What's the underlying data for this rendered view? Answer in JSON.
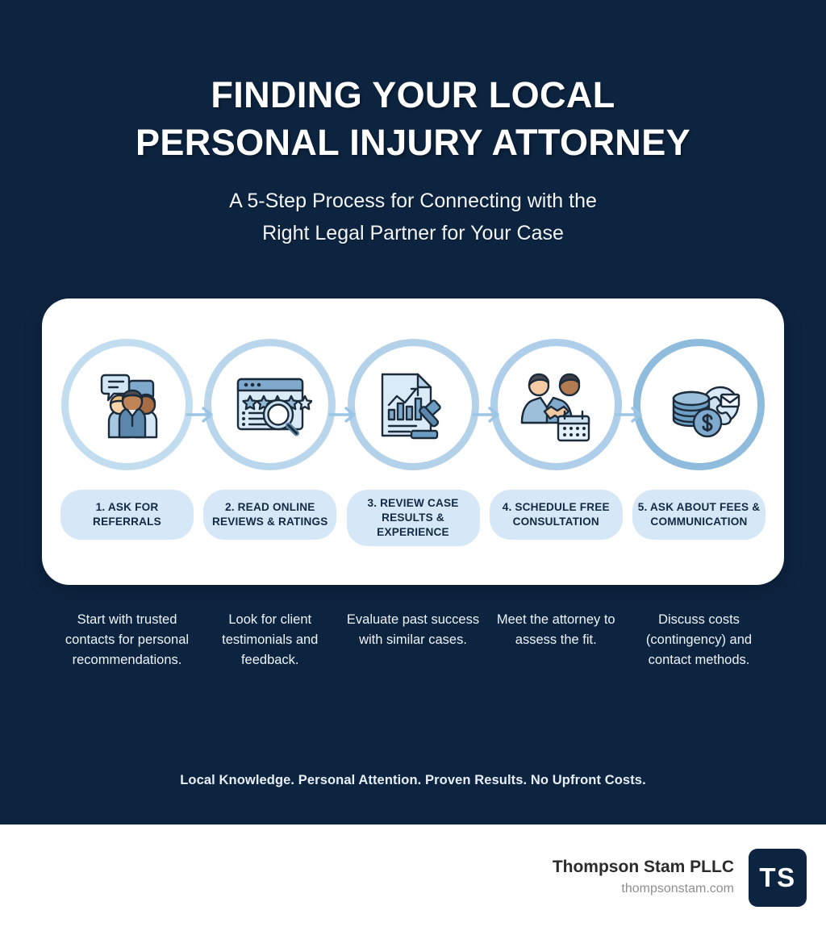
{
  "header": {
    "title_line1": "FINDING YOUR LOCAL",
    "title_line2": "PERSONAL INJURY ATTORNEY",
    "subtitle_line1": "A 5-Step Process for Connecting with the",
    "subtitle_line2": "Right Legal Partner for Your Case"
  },
  "colors": {
    "background": "#0d2440",
    "card": "#ffffff",
    "pill": "#d6e8f7",
    "pill_text": "#122a44",
    "ring": "#b6d4ea",
    "arrow": "#9cc6e6",
    "icon_fill": "#6d9fc4",
    "icon_light": "#cde1f2",
    "icon_stroke": "#1b2b3a"
  },
  "steps": [
    {
      "id": "step-1",
      "label": "1. ASK FOR REFERRALS",
      "description": "Start with trusted contacts for personal recommendations.",
      "icon": "people-speech-bubbles-icon"
    },
    {
      "id": "step-2",
      "label": "2. READ ONLINE REVIEWS & RATINGS",
      "description": "Look for client testimonials and feedback.",
      "icon": "review-stars-magnifier-icon"
    },
    {
      "id": "step-3",
      "label": "3. REVIEW CASE RESULTS & EXPERIENCE",
      "description": "Evaluate past success with similar cases.",
      "icon": "document-chart-gavel-icon"
    },
    {
      "id": "step-4",
      "label": "4. SCHEDULE FREE CONSULTATION",
      "description": "Meet the attorney to assess the fit.",
      "icon": "handshake-calendar-icon"
    },
    {
      "id": "step-5",
      "label": "5. ASK ABOUT FEES & COMMUNICATION",
      "description": "Discuss costs (contingency) and contact methods.",
      "icon": "coins-phone-mail-icon"
    }
  ],
  "tagline": "Local Knowledge. Personal Attention. Proven Results. No Upfront Costs.",
  "footer": {
    "firm_name": "Thompson Stam PLLC",
    "website": "thompsonstam.com",
    "logo_initials": "TS"
  }
}
